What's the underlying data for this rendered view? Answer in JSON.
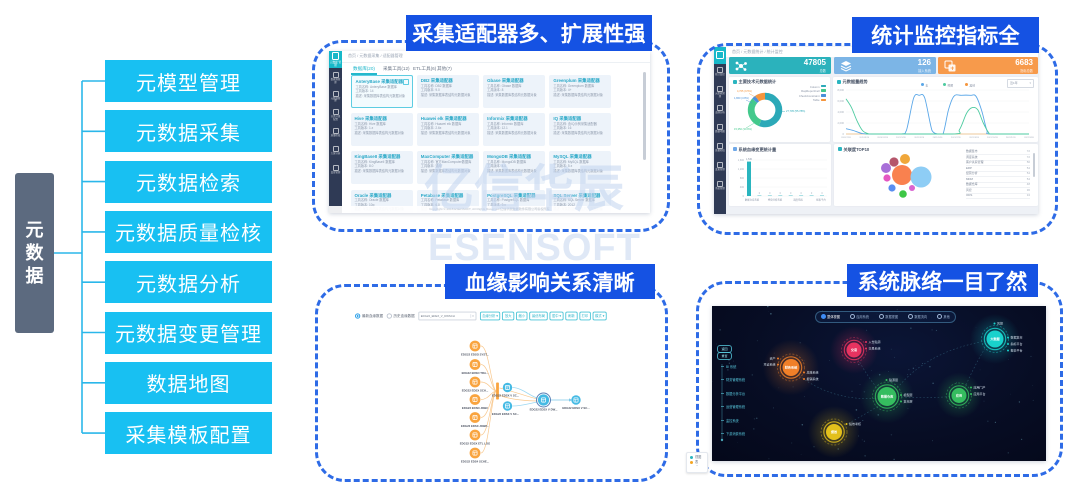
{
  "watermark": {
    "zh": "亿信华辰",
    "en": "ESENSOFT"
  },
  "feature_tree": {
    "root": "元数据",
    "items": [
      "元模型管理",
      "元数据采集",
      "元数据检索",
      "元数据质量检核",
      "元数据分析",
      "元数据变更管理",
      "数据地图",
      "采集模板配置"
    ]
  },
  "adapters_panel": {
    "title": "采集适配器多、扩展性强",
    "breadcrumb": "首页 / 元数据采集 / 适配器管理",
    "sidebar_logo": "元数据 管理",
    "sidebar_items": [
      "数据源管理",
      "元数据管理",
      "分类分级配置",
      "质量检核",
      "大屏分析",
      "变更管理"
    ],
    "tabs": [
      {
        "label": "数据库(20)",
        "active": true
      },
      {
        "label": "采集工具(12)",
        "active": false
      },
      {
        "label": "ETL工具(6)",
        "active": false
      },
      {
        "label": "其他(7)",
        "active": false
      }
    ],
    "card_suffix": "采集适配器",
    "cards": [
      {
        "name": "AnteryBase",
        "tool": "AnteryBase 数据库",
        "ver": "14",
        "selected": true
      },
      {
        "name": "DB2",
        "tool": "DB2 数据库",
        "ver": "9.0",
        "selected": false
      },
      {
        "name": "Gbase",
        "tool": "Gbase 数据库",
        "ver": "8",
        "selected": false
      },
      {
        "name": "Greenplum",
        "tool": "Greenplum 数据库",
        "ver": "4+",
        "selected": false
      },
      {
        "name": "Hive",
        "tool": "Hive 数据库",
        "ver": "1.x",
        "selected": false
      },
      {
        "name": "Huawei elk",
        "tool": "Huawei elk 数据库",
        "ver": "2.6x",
        "selected": false
      },
      {
        "name": "Informix",
        "tool": "Informix 数据库",
        "ver": "12.1",
        "selected": false
      },
      {
        "name": "IQ",
        "tool": "含IQ示例采集适配器",
        "ver": "16",
        "selected": false
      },
      {
        "name": "KingBaseII",
        "tool": "KingBaseII 数据库",
        "ver": "8.0",
        "selected": false
      },
      {
        "name": "MaxComputer",
        "tool": "官方MaxComputer数据库",
        "ver": "通用",
        "selected": false
      },
      {
        "name": "MongoDB",
        "tool": "MongoDB 数据库",
        "ver": "4.0",
        "selected": false
      },
      {
        "name": "MySQL",
        "tool": "MySQL 数据库",
        "ver": "5.x",
        "selected": false
      },
      {
        "name": "Oracle",
        "tool": "Oracle 数据库",
        "ver": "10g",
        "selected": false
      },
      {
        "name": "Petabase",
        "tool": "Petabase 数据库",
        "ver": "6.0",
        "selected": false
      },
      {
        "name": "PostgreSQL",
        "tool": "PostgreSQL 数据库",
        "ver": "9.x",
        "selected": false
      },
      {
        "name": "SQL Server",
        "tool": "SQL Server 数据库",
        "ver": "2012",
        "selected": false
      }
    ],
    "card_line1_label": "工具名称:",
    "card_line2_label": "工具版本:",
    "card_line3_label": "描述:",
    "card_desc": "采集数据库表结构元数据对象",
    "footer": "Copyright © 2018 ESENSOFT, All Rights Reserved 亿信华辰数据软件有限公司版权所有"
  },
  "stats_panel": {
    "title": "统计监控指标全",
    "breadcrumb": "首页 / 元数据统计 / 统计监控",
    "sidebar_items": [
      "统计监控",
      "元数据管理",
      "血缘分析",
      "数据地图",
      "质量检核",
      "变更管理",
      "系统管理"
    ],
    "stat_cards": [
      {
        "value": "47805",
        "label": "总数",
        "color": "#2bb2bc",
        "icon": "share-nodes-icon"
      },
      {
        "value": "126",
        "label": "接入系统",
        "color": "#7cb5e6",
        "icon": "layers-icon"
      },
      {
        "value": "6683",
        "label": "指标总数",
        "color": "#f79a4b",
        "icon": "data-flow-icon"
      }
    ],
    "chart_data": [
      {
        "type": "pie",
        "title": "主要技术元数据统计",
        "legend_position": "right-top",
        "series": [
          {
            "name": "Column",
            "value": 27705,
            "pct": 55.8,
            "color": "#2ca9b8"
          },
          {
            "name": "RapReportCell",
            "value": 15350,
            "pct": 30.9,
            "color": "#43c98c"
          },
          {
            "name": "CheckConstraint",
            "value": 1860,
            "pct": 3.8,
            "color": "#4a90d9"
          },
          {
            "name": "Table",
            "value": 4705,
            "pct": 9.5,
            "color": "#f5953d"
          }
        ],
        "labels": [
          {
            "text": "4,705 (9.5%)",
            "color": "#f5953d"
          },
          {
            "text": "1,860 (3.8%)",
            "color": "#4a90d9"
          },
          {
            "text": "27,705 (55.78%)",
            "color": "#2ca9b8"
          },
          {
            "text": "15,350 (30.9%)",
            "color": "#43c98c"
          }
        ]
      },
      {
        "type": "line",
        "title": "元数据量趋势",
        "range_select": "近1年",
        "legend": [
          {
            "name": "表",
            "color": "#5aa7e8"
          },
          {
            "name": "视图",
            "color": "#4ecba0"
          },
          {
            "name": "其他",
            "color": "#f5953d"
          }
        ],
        "ylabels": [
          "8,000",
          "6,000",
          "4,000",
          "2,000",
          "0"
        ],
        "x": [
          "2020/7/26",
          "2020/9/26",
          "2020/11/26",
          "2021/1/26",
          "2021/3/26",
          "2021/5/26",
          "2021/7/26",
          "2021/9/26",
          "2021/11/26",
          "2022/1/26",
          "2022/3/26"
        ],
        "series": [
          {
            "name": "表",
            "color": "#5aa7e8",
            "pts": [
              [
                0,
                12
              ],
              [
                4,
                8
              ],
              [
                9,
                1
              ],
              [
                14,
                0
              ],
              [
                30,
                0
              ],
              [
                33,
                8
              ],
              [
                37,
                82
              ],
              [
                40,
                88
              ],
              [
                43,
                82
              ],
              [
                47,
                8
              ],
              [
                50,
                0
              ],
              [
                53,
                0
              ],
              [
                56,
                55
              ],
              [
                59,
                86
              ],
              [
                63,
                88
              ],
              [
                68,
                88
              ],
              [
                71,
                86
              ],
              [
                74,
                55
              ],
              [
                77,
                8
              ],
              [
                79,
                0
              ],
              [
                100,
                0
              ]
            ]
          },
          {
            "name": "视图",
            "color": "#4ecba0",
            "pts": [
              [
                0,
                80
              ],
              [
                3,
                60
              ],
              [
                6,
                30
              ],
              [
                9,
                8
              ],
              [
                12,
                1
              ],
              [
                15,
                0
              ],
              [
                58,
                0
              ],
              [
                62,
                10
              ],
              [
                66,
                48
              ],
              [
                69,
                60
              ],
              [
                72,
                55
              ],
              [
                75,
                25
              ],
              [
                78,
                3
              ],
              [
                80,
                0
              ],
              [
                100,
                0
              ]
            ]
          }
        ]
      },
      {
        "type": "bar",
        "title": "系统血缘变更统计量",
        "ylabels": [
          "1,600",
          "1,200",
          "800",
          "400",
          "0"
        ],
        "bar_value_label": "1,530",
        "values": [
          1530,
          2,
          3,
          1,
          2,
          1,
          2,
          1
        ],
        "zero_label": "0",
        "categories": [
          "数据仓库系统",
          "经营分析系统",
          "调度系统",
          "报表平台"
        ],
        "bar_color": "#2ab5bf"
      },
      {
        "type": "bubble",
        "title": "关联度TOP10",
        "bubbles": [
          {
            "dx": 0,
            "dy": 0,
            "r": 10,
            "color": "#f9814f"
          },
          {
            "dx": 19,
            "dy": 2,
            "r": 10.5,
            "color": "#8ecdf5"
          },
          {
            "dx": -8,
            "dy": -13,
            "r": 4.6,
            "color": "#b5566b"
          },
          {
            "dx": 3,
            "dy": -16,
            "r": 5,
            "color": "#f0a73a"
          },
          {
            "dx": -16,
            "dy": -7,
            "r": 5,
            "color": "#a86fd8"
          },
          {
            "dx": -15,
            "dy": 3,
            "r": 3.6,
            "color": "#e557c2"
          },
          {
            "dx": 10,
            "dy": 13,
            "r": 3,
            "color": "#d964d0"
          },
          {
            "dx": -10,
            "dy": 13,
            "r": 3.6,
            "color": "#5a8ef0"
          },
          {
            "dx": 1,
            "dy": 19,
            "r": 3.8,
            "color": "#3ec746"
          }
        ],
        "rows": [
          {
            "name": "数据集市",
            "value": "72"
          },
          {
            "name": "调度系统",
            "value": "72"
          },
          {
            "name": "客户关系管理",
            "value": "56"
          },
          {
            "name": "ERP",
            "value": "54"
          },
          {
            "name": "经营分析",
            "value": "54"
          },
          {
            "name": "MDM",
            "value": "54"
          },
          {
            "name": "数据仓库",
            "value": "48"
          },
          {
            "name": "风控",
            "value": "36"
          },
          {
            "name": "ODS",
            "value": "34"
          }
        ]
      }
    ]
  },
  "lineage_panel": {
    "title": "血缘影响关系清晰",
    "radios": [
      {
        "label": "最新血缘数据",
        "on": true
      },
      {
        "label": "历史血缘数据",
        "on": false
      }
    ],
    "select_value": "EDG22_EDEX_V_DWSCH",
    "buttons": [
      "血缘分析 ▾",
      "放大",
      "缩小",
      "最优布局",
      "居中 ▾",
      "刷新",
      "打印",
      "模式 ▾"
    ],
    "source_nodes": [
      "EDG22 EDSO SYST...",
      "EDG22 EDSO TRA...",
      "EDG22 EDSX SCH...",
      "EDG22 EDSO JDBC",
      "EDG22 EDSX JOBP...",
      "EDG22 EDSX ETL LOG",
      "EDG22 EDS4 SCHE..."
    ],
    "mid_nodes": [
      "EDG22 EDSX V SC...",
      "EDG22 EDSX V SC..."
    ],
    "center_node": "EDG22 EDSX V DW...",
    "end_node": "EDG22 EDSX V SC...",
    "legend": [
      {
        "label": "视图",
        "color": "#2ab5c0"
      },
      {
        "label": "表",
        "color": "#f5a623"
      }
    ]
  },
  "network_panel": {
    "title": "系统脉络一目了然",
    "toolbar": [
      {
        "label": "整体视图",
        "on": true
      },
      {
        "label": "应用系统",
        "on": false
      },
      {
        "label": "数据视图",
        "on": false
      },
      {
        "label": "数据流向",
        "on": false
      },
      {
        "label": "其他",
        "on": false
      }
    ],
    "side_buttons": [
      "返回",
      "重置"
    ],
    "side_items": [
      "BI 系统",
      "财务管理系统",
      "数据分析平台",
      "运营管理系统",
      "监控系统",
      "下游消费系统"
    ],
    "nodes": [
      {
        "label": "财务系统",
        "color": "#f07f28",
        "sats": [
          {
            "t": "资产",
            "side": "L"
          },
          {
            "t": "凭证系统",
            "side": "L"
          },
          {
            "t": "总账系统",
            "side": "R"
          },
          {
            "t": "报销系统",
            "side": "R"
          }
        ]
      },
      {
        "label": "交易",
        "color": "#e73360",
        "sats": [
          {
            "t": "入仓贴源",
            "side": "R"
          },
          {
            "t": "交易系统",
            "side": "R"
          }
        ]
      },
      {
        "label": "大数据",
        "color": "#19d2cc",
        "sats": [
          {
            "t": "风控",
            "side": "T"
          },
          {
            "t": "数据集市",
            "side": "R"
          },
          {
            "t": "指标平台",
            "side": "R"
          },
          {
            "t": "报表平台",
            "side": "R"
          }
        ]
      },
      {
        "label": "数据仓库",
        "color": "#35bd5f",
        "sats": [
          {
            "t": "贴源层",
            "side": "T"
          },
          {
            "t": "模型层",
            "side": "R"
          },
          {
            "t": "集市层",
            "side": "R"
          }
        ]
      },
      {
        "label": "应用",
        "color": "#35bd5f",
        "sats": [
          {
            "t": "应用门户",
            "side": "R"
          },
          {
            "t": "应用平台",
            "side": "R"
          }
        ]
      },
      {
        "label": "绩效",
        "color": "#e3c01c",
        "sats": [
          {
            "t": "绩效考核",
            "side": "R"
          }
        ]
      }
    ]
  }
}
